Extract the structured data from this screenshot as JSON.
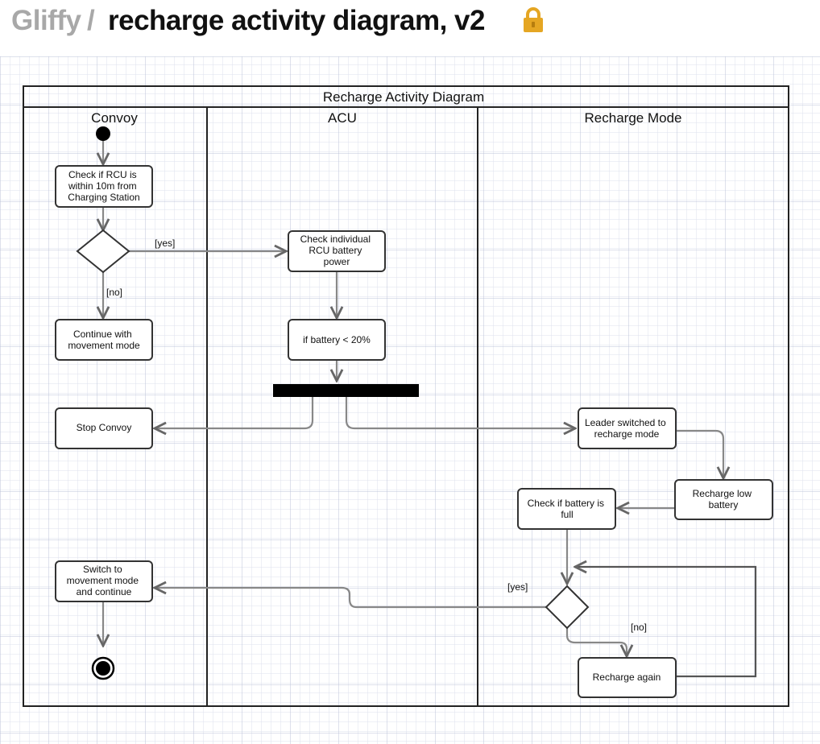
{
  "header": {
    "app_name": "Gliffy",
    "separator": "/",
    "title": "recharge activity diagram, v2",
    "lock_icon": "lock-icon"
  },
  "diagram": {
    "title": "Recharge Activity Diagram",
    "lanes": [
      "Convoy",
      "ACU",
      "Recharge Mode"
    ],
    "nodes": {
      "check_rcu": [
        "Check if RCU is",
        "within 10m from",
        "Charging Station"
      ],
      "continue_movement": [
        "Continue with",
        "movement mode"
      ],
      "stop_convoy": [
        "Stop Convoy"
      ],
      "switch_movement": [
        "Switch to",
        "movement mode",
        "and continue"
      ],
      "check_battery_power": [
        "Check individual",
        "RCU battery",
        "power"
      ],
      "battery_low": [
        "if battery < 20%"
      ],
      "leader_switched": [
        "Leader switched to",
        "recharge mode"
      ],
      "recharge_low": [
        "Recharge low",
        "battery"
      ],
      "check_full": [
        "Check if battery is",
        "full"
      ],
      "recharge_again": [
        "Recharge again"
      ]
    },
    "guards": {
      "decision1_yes": "[yes]",
      "decision1_no": "[no]",
      "decision2_yes": "[yes]",
      "decision2_no": "[no]"
    }
  },
  "colors": {
    "grid_minor": "#dde1ee",
    "grid_major": "#bcc3d8",
    "lock": "#e5a623"
  }
}
